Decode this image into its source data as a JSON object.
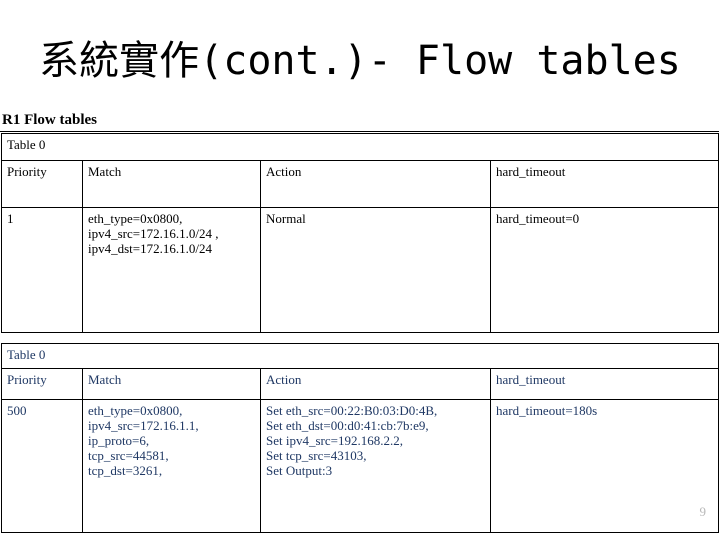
{
  "slide": {
    "title": "系統實作(cont.)- Flow tables",
    "section_heading": "R1 Flow tables",
    "page_number": "9",
    "colors": {
      "title_text": "#000000",
      "heading_text": "#000000",
      "table1_text": "#000000",
      "table2_text": "#1f3864",
      "border": "#000000",
      "page_number_text": "#b8b8b8",
      "background": "#ffffff"
    }
  },
  "tables": [
    {
      "caption": "Table 0",
      "columns": [
        "Priority",
        "Match",
        "Action",
        "hard_timeout"
      ],
      "rows": [
        {
          "priority": [
            "1"
          ],
          "match": [
            "eth_type=0x0800,",
            "ipv4_src=172.16.1.0/24 ,",
            "ipv4_dst=172.16.1.0/24"
          ],
          "action": [
            "Normal"
          ],
          "hard_timeout": [
            "hard_timeout=0"
          ]
        }
      ]
    },
    {
      "caption": "Table 0",
      "columns": [
        "Priority",
        "Match",
        "Action",
        "hard_timeout"
      ],
      "rows": [
        {
          "priority": [
            "500"
          ],
          "match": [
            "eth_type=0x0800,",
            "ipv4_src=172.16.1.1,",
            "ip_proto=6,",
            "tcp_src=44581,",
            "tcp_dst=3261,"
          ],
          "action": [
            "Set eth_src=00:22:B0:03:D0:4B,",
            "Set eth_dst=00:d0:41:cb:7b:e9,",
            "Set ipv4_src=192.168.2.2,",
            "Set tcp_src=43103,",
            "Set Output:3"
          ],
          "hard_timeout": [
            "hard_timeout=180s"
          ]
        }
      ]
    }
  ]
}
